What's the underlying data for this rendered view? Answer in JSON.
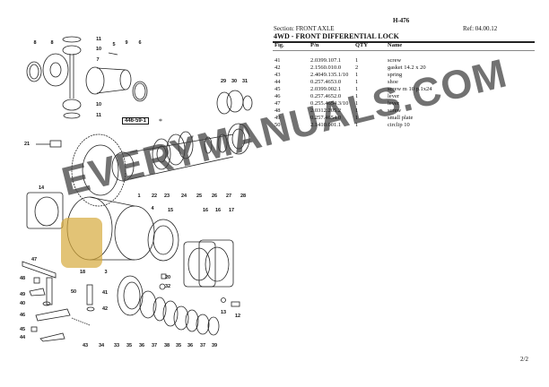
{
  "page_code": "H-476",
  "section": "Section: FRONT AXLE",
  "ref": "Ref: 04.00.12",
  "title": "4WD - FRONT DIFFERENTIAL LOCK",
  "table": {
    "headers": [
      "Fig.",
      "P/n",
      "QTY",
      "Name"
    ],
    "rows": [
      [
        "41",
        "2.0399.107.1",
        "1",
        "screw"
      ],
      [
        "42",
        "2.1560.010.0",
        "2",
        "gasket 14.2 x 20"
      ],
      [
        "43",
        "2.4049.135.1/10",
        "1",
        "spring"
      ],
      [
        "44",
        "0.257.4653.0",
        "1",
        "shoe"
      ],
      [
        "45",
        "2.0399.002.1",
        "1",
        "screw m 10 p.1x24"
      ],
      [
        "46",
        "0.257.4652.0",
        "1",
        "lever"
      ],
      [
        "47",
        "0.255.4654.3/10",
        "1",
        "lever"
      ],
      [
        "48",
        "2.0312.205.2",
        "1",
        "screw"
      ],
      [
        "49",
        "0.257.4654.0",
        "1",
        "small plate"
      ],
      [
        "50",
        "2.1410.001.1",
        "1",
        "circlip 10"
      ]
    ]
  },
  "diagram": {
    "ref_box": "446-59-1",
    "ref_mark": "*",
    "callouts": [
      "8",
      "8",
      "11",
      "10",
      "7",
      "5",
      "9",
      "6",
      "10",
      "11",
      "29",
      "30",
      "31",
      "21",
      "1",
      "22",
      "23",
      "24",
      "25",
      "26",
      "27",
      "28",
      "14",
      "4",
      "15",
      "16",
      "16",
      "17",
      "18",
      "3",
      "47",
      "48",
      "49",
      "40",
      "46",
      "45",
      "44",
      "50",
      "41",
      "42",
      "43",
      "20",
      "32",
      "13",
      "12",
      "34",
      "33",
      "35",
      "36",
      "37",
      "38",
      "35",
      "36",
      "37",
      "39"
    ]
  },
  "watermark": "EVERYMANUALS.COM",
  "page_number": "2/2",
  "colors": {
    "watermark_logo": "#d6aa3c",
    "ink": "#111111"
  }
}
